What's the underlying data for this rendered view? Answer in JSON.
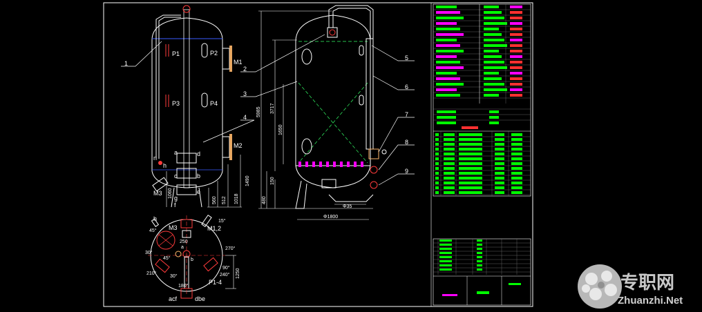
{
  "left_view": {
    "nozzles": [
      "P1",
      "P2",
      "P3",
      "P4",
      "M1",
      "M2",
      "M3"
    ],
    "letters": [
      "n",
      "h",
      "a",
      "c",
      "d",
      "b",
      "e",
      "g",
      "f"
    ],
    "dims": [
      "1060",
      "1018",
      "1490",
      "512",
      "560"
    ]
  },
  "center_view": {
    "dims": [
      "5985",
      "3717",
      "1650",
      "150",
      "480",
      "Φ35",
      "Φ1800"
    ]
  },
  "callouts": [
    "1",
    "2",
    "3",
    "4",
    "5",
    "6",
    "7",
    "8",
    "9"
  ],
  "plan_view": {
    "labels": [
      "h",
      "M3",
      "M1,2",
      "a",
      "b",
      "P1-4",
      "acf",
      "dbe",
      "250",
      "1250"
    ],
    "angles": [
      "45°",
      "30°",
      "15°",
      "270°",
      "45°",
      "90°",
      "30°",
      "180°",
      "210°",
      "240°"
    ]
  },
  "watermark": {
    "cn": "专职网",
    "en": "Zhuanzhi.Net"
  },
  "colors": {
    "outline": "#ffffff",
    "table_green": "#00ff00",
    "table_magenta": "#ff00ff",
    "table_red": "#ff3030",
    "vessel_green": "#33ff66",
    "dim_line": "#ffffff",
    "pipe": "#ffffff",
    "accent_red": "#ff3b3b",
    "blue_line": "#3a5dff"
  }
}
